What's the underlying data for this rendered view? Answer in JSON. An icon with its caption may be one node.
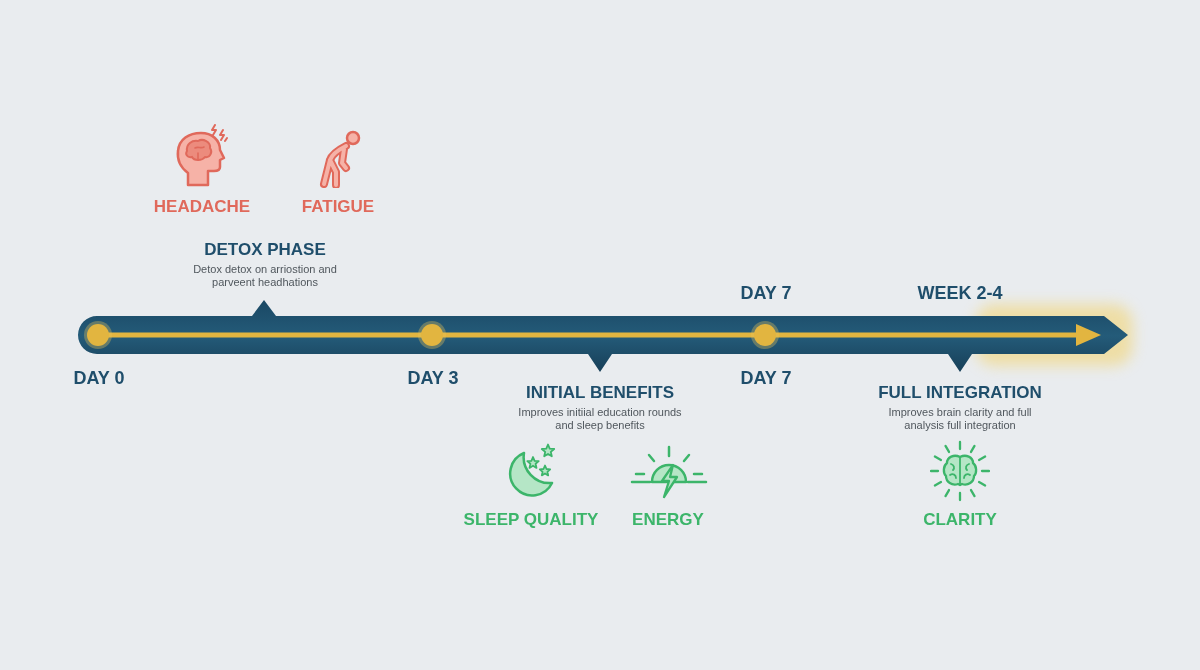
{
  "diagram": {
    "nodes": [
      {
        "text": [
          "DETOX PHASE",
          "Detox detox on arriostion and parveent headhations"
        ]
      },
      {
        "text": [
          "INITIAL BENEFITS",
          "Improves initiial education rounds and sleep benefits"
        ]
      },
      {
        "text": [
          "FULL INTEGRATION",
          "Improves brain clarity and full analysis full integration"
        ]
      }
    ],
    "labels": [
      "HEADACHE",
      "FATIGUE",
      "DAY 7",
      "WEEK 2-4",
      "DAY 0",
      "DAY 3",
      "DAY 7",
      "SLEEP QUALITY",
      "ENERGY",
      "CLARITY"
    ]
  }
}
